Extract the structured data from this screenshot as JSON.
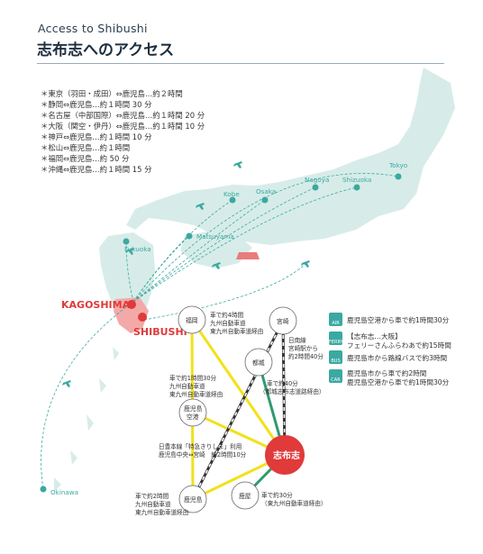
{
  "header": {
    "eng_title": "Access to Shibushi",
    "jp_title": "志布志へのアクセス"
  },
  "travel_times": [
    "＊東京（羽田・成田）⇔鹿児島…約２時間",
    "＊静岡⇔鹿児島…約１時間 30 分",
    "＊名古屋（中部国際）⇔鹿児島…約１時間 20 分",
    "＊大阪（関空・伊丹）⇔鹿児島…約１時間 10 分",
    "＊神戸⇔鹿児島…約１時間 10 分",
    "＊松山⇔鹿児島…約１時間",
    "＊福岡⇔鹿児島…約 50 分",
    "＊沖縄⇔鹿児島…約１時間 15 分"
  ],
  "map": {
    "cities": {
      "tokyo": "Tokyo",
      "shizuoka": "Shizuoka",
      "nagoya": "Nagoya",
      "osaka": "Osaka",
      "kobe": "Kobe",
      "matsuyama": "Matsuyama",
      "fukuoka": "Fukuoka",
      "okinawa": "Okinawa"
    },
    "highlight": {
      "kagoshima": "KAGOSHIMA",
      "shibushi": "SHIBUSHI"
    },
    "colors": {
      "land": "#d7ece8",
      "route": "#3aa9a2",
      "highlight_red": "#e03a3a",
      "pink_area": "#f4a9a9",
      "rail_yellow": "#f2e11b",
      "road_green": "#2e9b6e",
      "rail_black": "#333333"
    }
  },
  "diagram": {
    "nodes": {
      "fukuoka": "福岡",
      "miyazaki": "宮崎",
      "miyakonojo": "都城",
      "kagoshima_airport_1": "鹿児島",
      "kagoshima_airport_2": "空港",
      "kagoshima": "鹿児島",
      "kanoya": "鹿屋",
      "shibushi": "志布志"
    },
    "notes": {
      "fukuoka_1": "車で約4時間",
      "fukuoka_2": "九州自動車道",
      "fukuoka_3": "東九州自動車道経由",
      "miyazaki_1": "日南線",
      "miyazaki_2": "宮崎駅から",
      "miyazaki_3": "約2時間40分",
      "airport_1": "車で約1時間30分",
      "airport_2": "九州自動車道",
      "airport_3": "東九州自動車道経由",
      "miyakonojo_1": "車で約40分",
      "miyakonojo_2": "（都城志布志道路経由）",
      "kagoshima_rail_1": "日豊本線「特急きりしま」利用",
      "kagoshima_rail_2": "鹿児島中央⇔宮崎　約2時間10分",
      "kagoshima_car_1": "車で約2時間",
      "kagoshima_car_2": "九州自動車道",
      "kagoshima_car_3": "東九州自動車道経由",
      "kanoya_1": "車で約30分",
      "kanoya_2": "（東九州自動車道経由）"
    }
  },
  "legend": {
    "items": [
      {
        "icon": "airplane-icon",
        "tag": "AIR",
        "line1": "鹿児島空港から車で約1時間30分",
        "line2": ""
      },
      {
        "icon": "ferry-icon",
        "tag": "FERRY",
        "line1": "【志布志…大阪】",
        "line2": "フェリーさんふらわあで約15時間"
      },
      {
        "icon": "bus-icon",
        "tag": "BUS",
        "line1": "鹿児島市から路線バスで約3時間",
        "line2": ""
      },
      {
        "icon": "car-icon",
        "tag": "CAR",
        "line1": "鹿児島市から車で約2時間",
        "line2": "鹿児島空港から車で約1時間30分"
      }
    ]
  }
}
